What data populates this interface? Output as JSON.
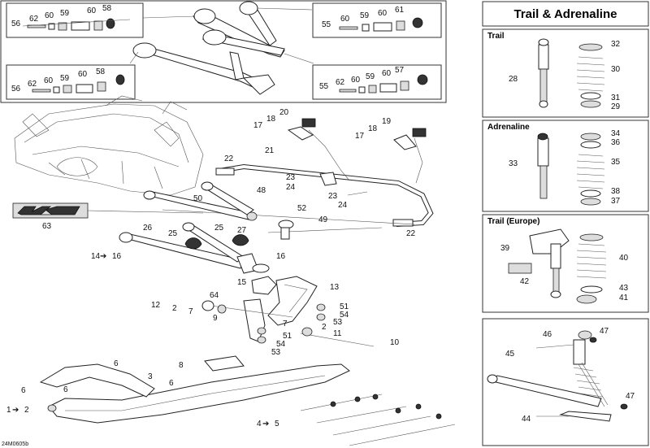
{
  "title": "Trail & Adrenaline",
  "sections": {
    "trail": "Trail",
    "adrenaline": "Adrenaline",
    "trail_europe": "Trail (Europe)"
  },
  "diagram_code": "24M0605b",
  "callouts": {
    "b1": [
      "58",
      "60",
      "59",
      "60",
      "62",
      "56"
    ],
    "b2": [
      "61",
      "60",
      "59",
      "60",
      "55"
    ],
    "b3": [
      "58",
      "60",
      "59",
      "60",
      "62",
      "56"
    ],
    "b4": [
      "57",
      "60",
      "59",
      "60",
      "62",
      "55"
    ],
    "main": {
      "c20": "20",
      "c18a": "18",
      "c17a": "17",
      "c19": "19",
      "c18b": "18",
      "c17b": "17",
      "c21": "21",
      "c22a": "22",
      "c23a": "23",
      "c24a": "24",
      "c23b": "23",
      "c24b": "24",
      "c48": "48",
      "c50": "50",
      "c52": "52",
      "c49": "49",
      "c22b": "22",
      "c63": "63",
      "c26": "26",
      "c25a": "25",
      "c25b": "25",
      "c27": "27",
      "c14": "14",
      "c16a": "16",
      "c16b": "16",
      "c15": "15",
      "c13": "13",
      "c64": "64",
      "c12": "12",
      "c2a": "2",
      "c7a": "7",
      "c9": "9",
      "c51a": "51",
      "c54a": "54",
      "c53a": "53",
      "c7b": "7",
      "c2b": "2",
      "c51b": "51",
      "c11": "11",
      "c54b": "54",
      "c53b": "53",
      "c10": "10",
      "c8": "8",
      "c6a": "6",
      "c3": "3",
      "c6b": "6",
      "c6c": "6",
      "c6d": "6",
      "c1": "1",
      "c2c": "2",
      "c4": "4",
      "c5": "5"
    },
    "trail": [
      "32",
      "30",
      "28",
      "31",
      "29"
    ],
    "adrenaline": [
      "34",
      "36",
      "33",
      "35",
      "38",
      "37"
    ],
    "europe": [
      "39",
      "40",
      "42",
      "43",
      "41"
    ],
    "rear": [
      "46",
      "47",
      "45",
      "47",
      "44"
    ]
  }
}
